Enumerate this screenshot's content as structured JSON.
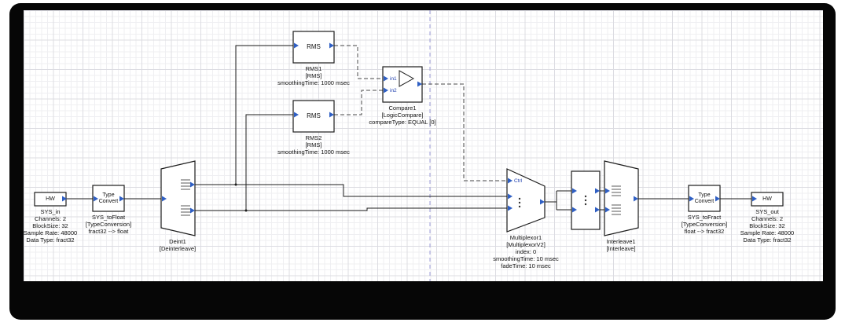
{
  "canvas": {
    "divider_color": "#9b9bd8",
    "grid_minor_color": "#efeff2",
    "grid_major_color": "#dcdce2"
  },
  "colors": {
    "pin": "#2f5fc4",
    "wire": "#1c1c1c",
    "dashed_wire": "#4a4a4a",
    "block_fill": "#ffffff",
    "block_border": "#1c1c1c",
    "frame": "#060606",
    "pin_text": "#1f3fae"
  },
  "blocks": {
    "sys_in": {
      "caption": "HW",
      "labels": [
        "SYS_in",
        "Channels: 2",
        "BlockSize: 32",
        "Sample Rate: 48000",
        "Data Type: fract32"
      ]
    },
    "type_convert_in": {
      "caption": "Type Convert",
      "labels": [
        "SYS_toFloat",
        "[TypeConversion]",
        "fract32 --> float"
      ]
    },
    "deinterleave": {
      "labels": [
        "Deint1",
        "[Deinterleave]"
      ]
    },
    "rms1": {
      "caption": "RMS",
      "labels": [
        "RMS1",
        "[RMS]",
        "smoothingTime: 1000 msec"
      ]
    },
    "rms2": {
      "caption": "RMS",
      "labels": [
        "RMS2",
        "[RMS]",
        "smoothingTime: 1000 msec"
      ]
    },
    "compare": {
      "pin1_label": "in1",
      "pin2_label": "in2",
      "labels": [
        "Compare1",
        "[LogicCompare]",
        "compareType: EQUAL [0]"
      ]
    },
    "multiplexor": {
      "ctrl_label": "Ctrl",
      "labels": [
        "Multiplexor1",
        "[MultiplexorV2]",
        "index: 0",
        "smoothingTime: 10 msec",
        "fadeTime: 10 msec"
      ]
    },
    "interleave": {
      "labels": [
        "Interleave1",
        "[Interleave]"
      ]
    },
    "type_convert_out": {
      "caption": "Type Convert",
      "labels": [
        "SYS_toFract",
        "[TypeConversion]",
        "float --> fract32"
      ]
    },
    "sys_out": {
      "caption": "HW",
      "labels": [
        "SYS_out",
        "Channels: 2",
        "BlockSize: 32",
        "Sample Rate: 48000",
        "Data Type: fract32"
      ]
    }
  }
}
